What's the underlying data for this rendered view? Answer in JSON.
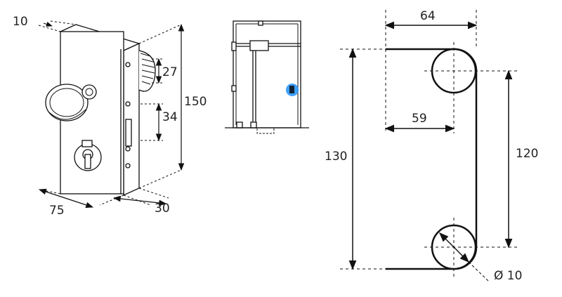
{
  "lock_dimensions": {
    "plate_thickness": "10",
    "knob_offset": "27",
    "latch_offset": "34",
    "body_height": "150",
    "body_width": "75",
    "body_depth": "30"
  },
  "cutout_dimensions": {
    "total_width": "64",
    "center_width": "59",
    "total_height": "130",
    "center_height": "120",
    "hole_diameter": "Ø 10"
  },
  "colors": {
    "line": "#111111",
    "highlight": "#1e90ff"
  },
  "icons": {
    "highlight_marker": "blue-dot-icon"
  }
}
